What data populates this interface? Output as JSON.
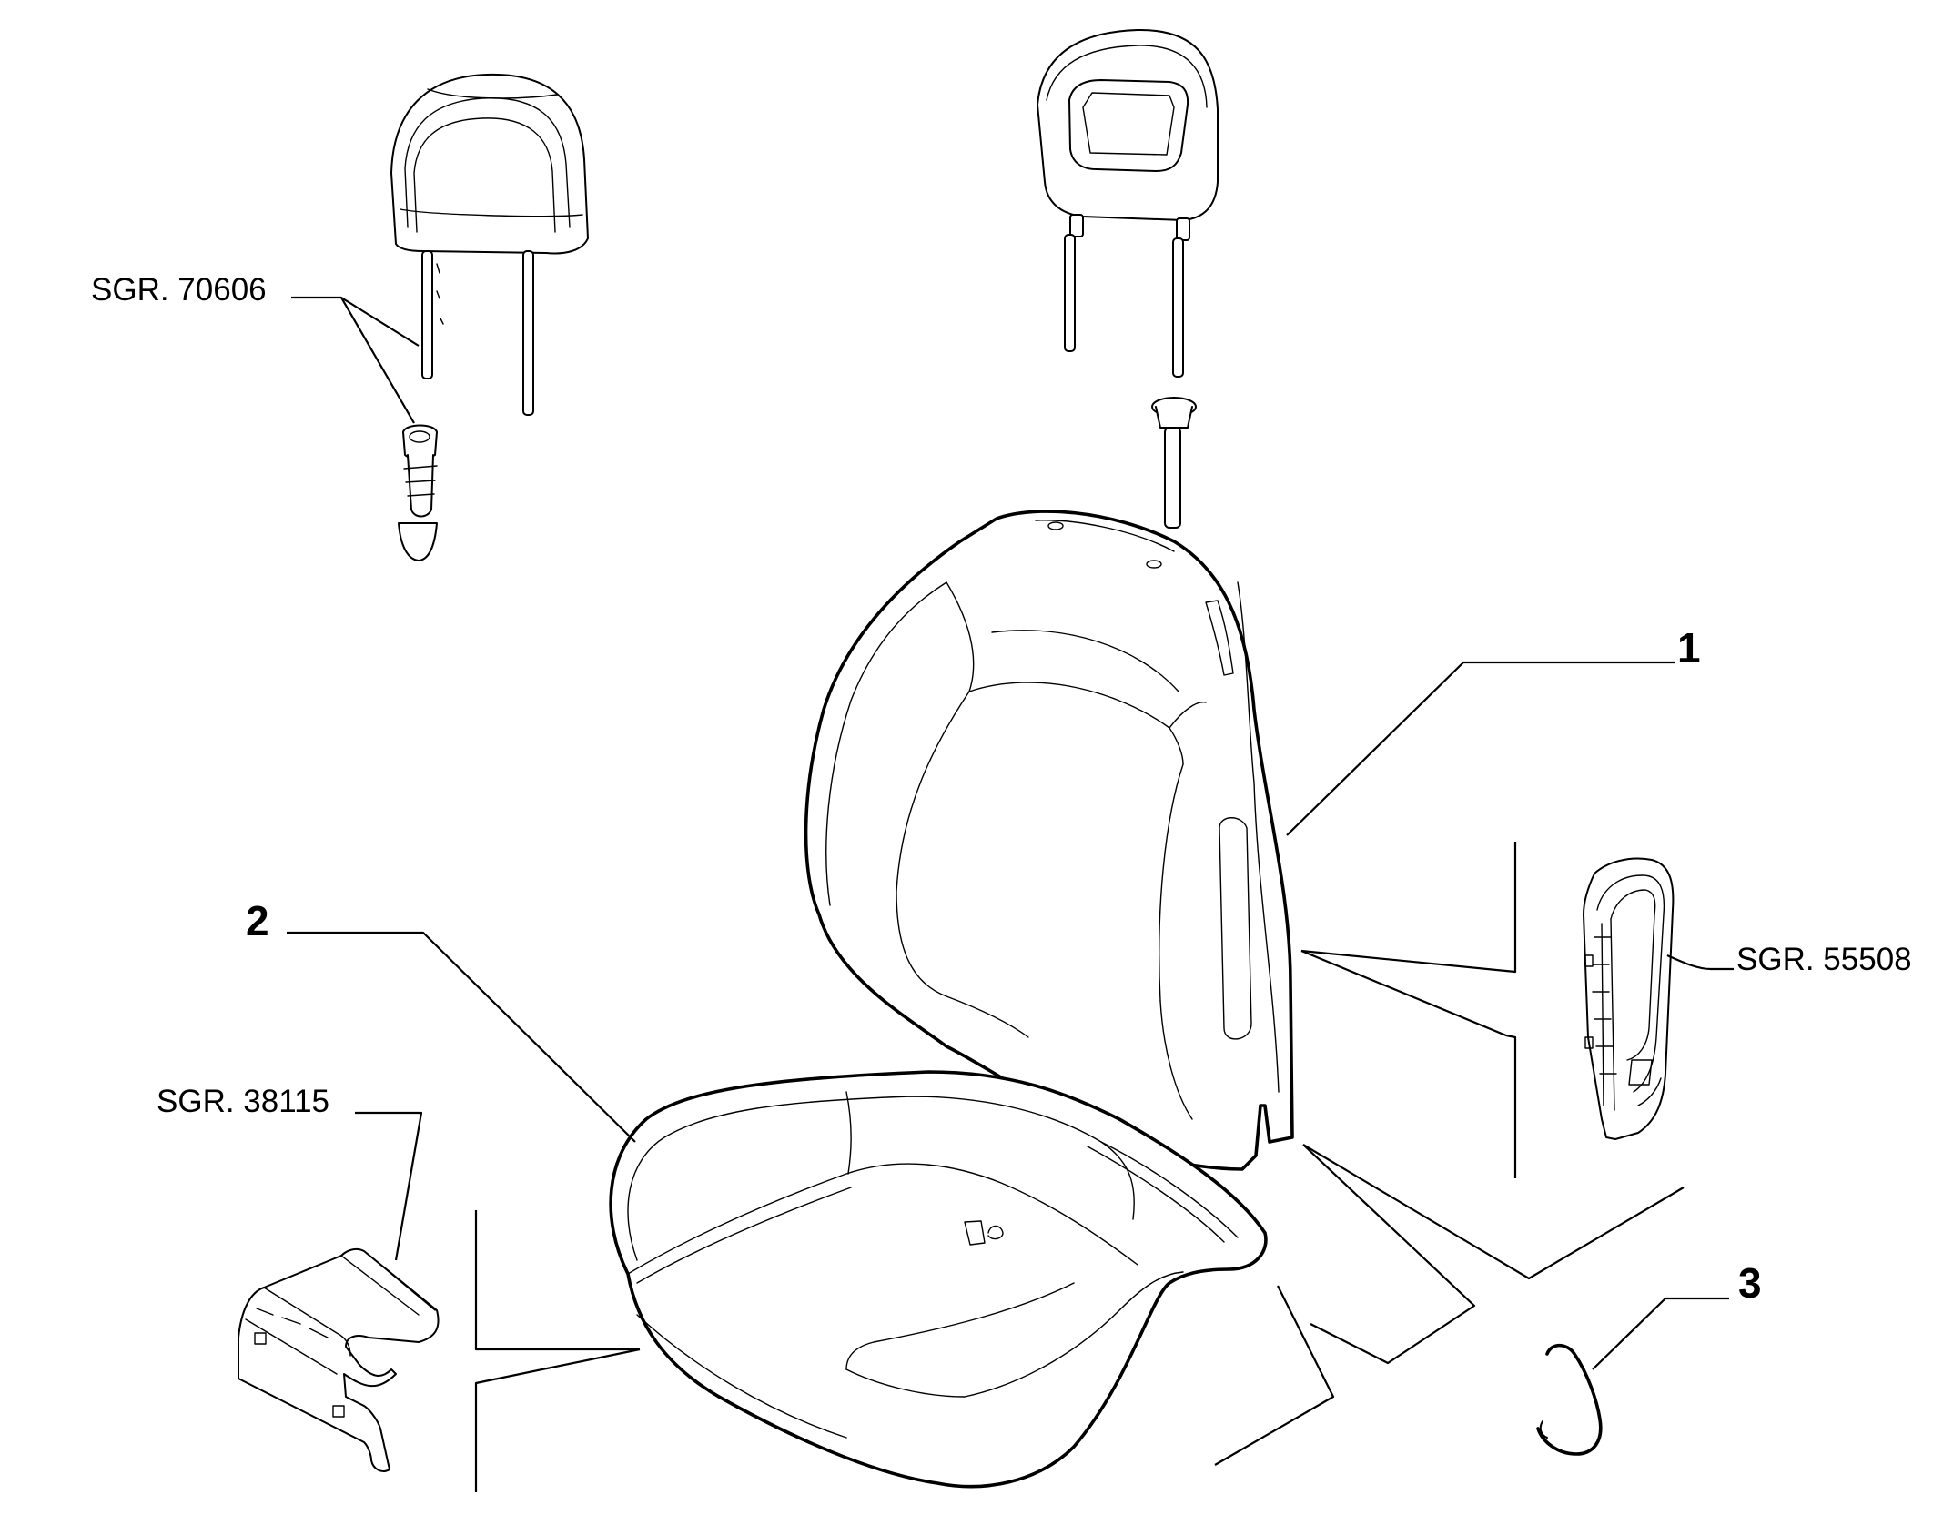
{
  "labels": {
    "sgr_headrest_guide": "SGR. 70606",
    "sgr_side_panel": "SGR. 55508",
    "sgr_seat_bracket": "SGR. 38115",
    "item_1": "1",
    "item_2": "2",
    "item_3": "3"
  },
  "colors": {
    "line": "#000000",
    "background": "#ffffff"
  }
}
